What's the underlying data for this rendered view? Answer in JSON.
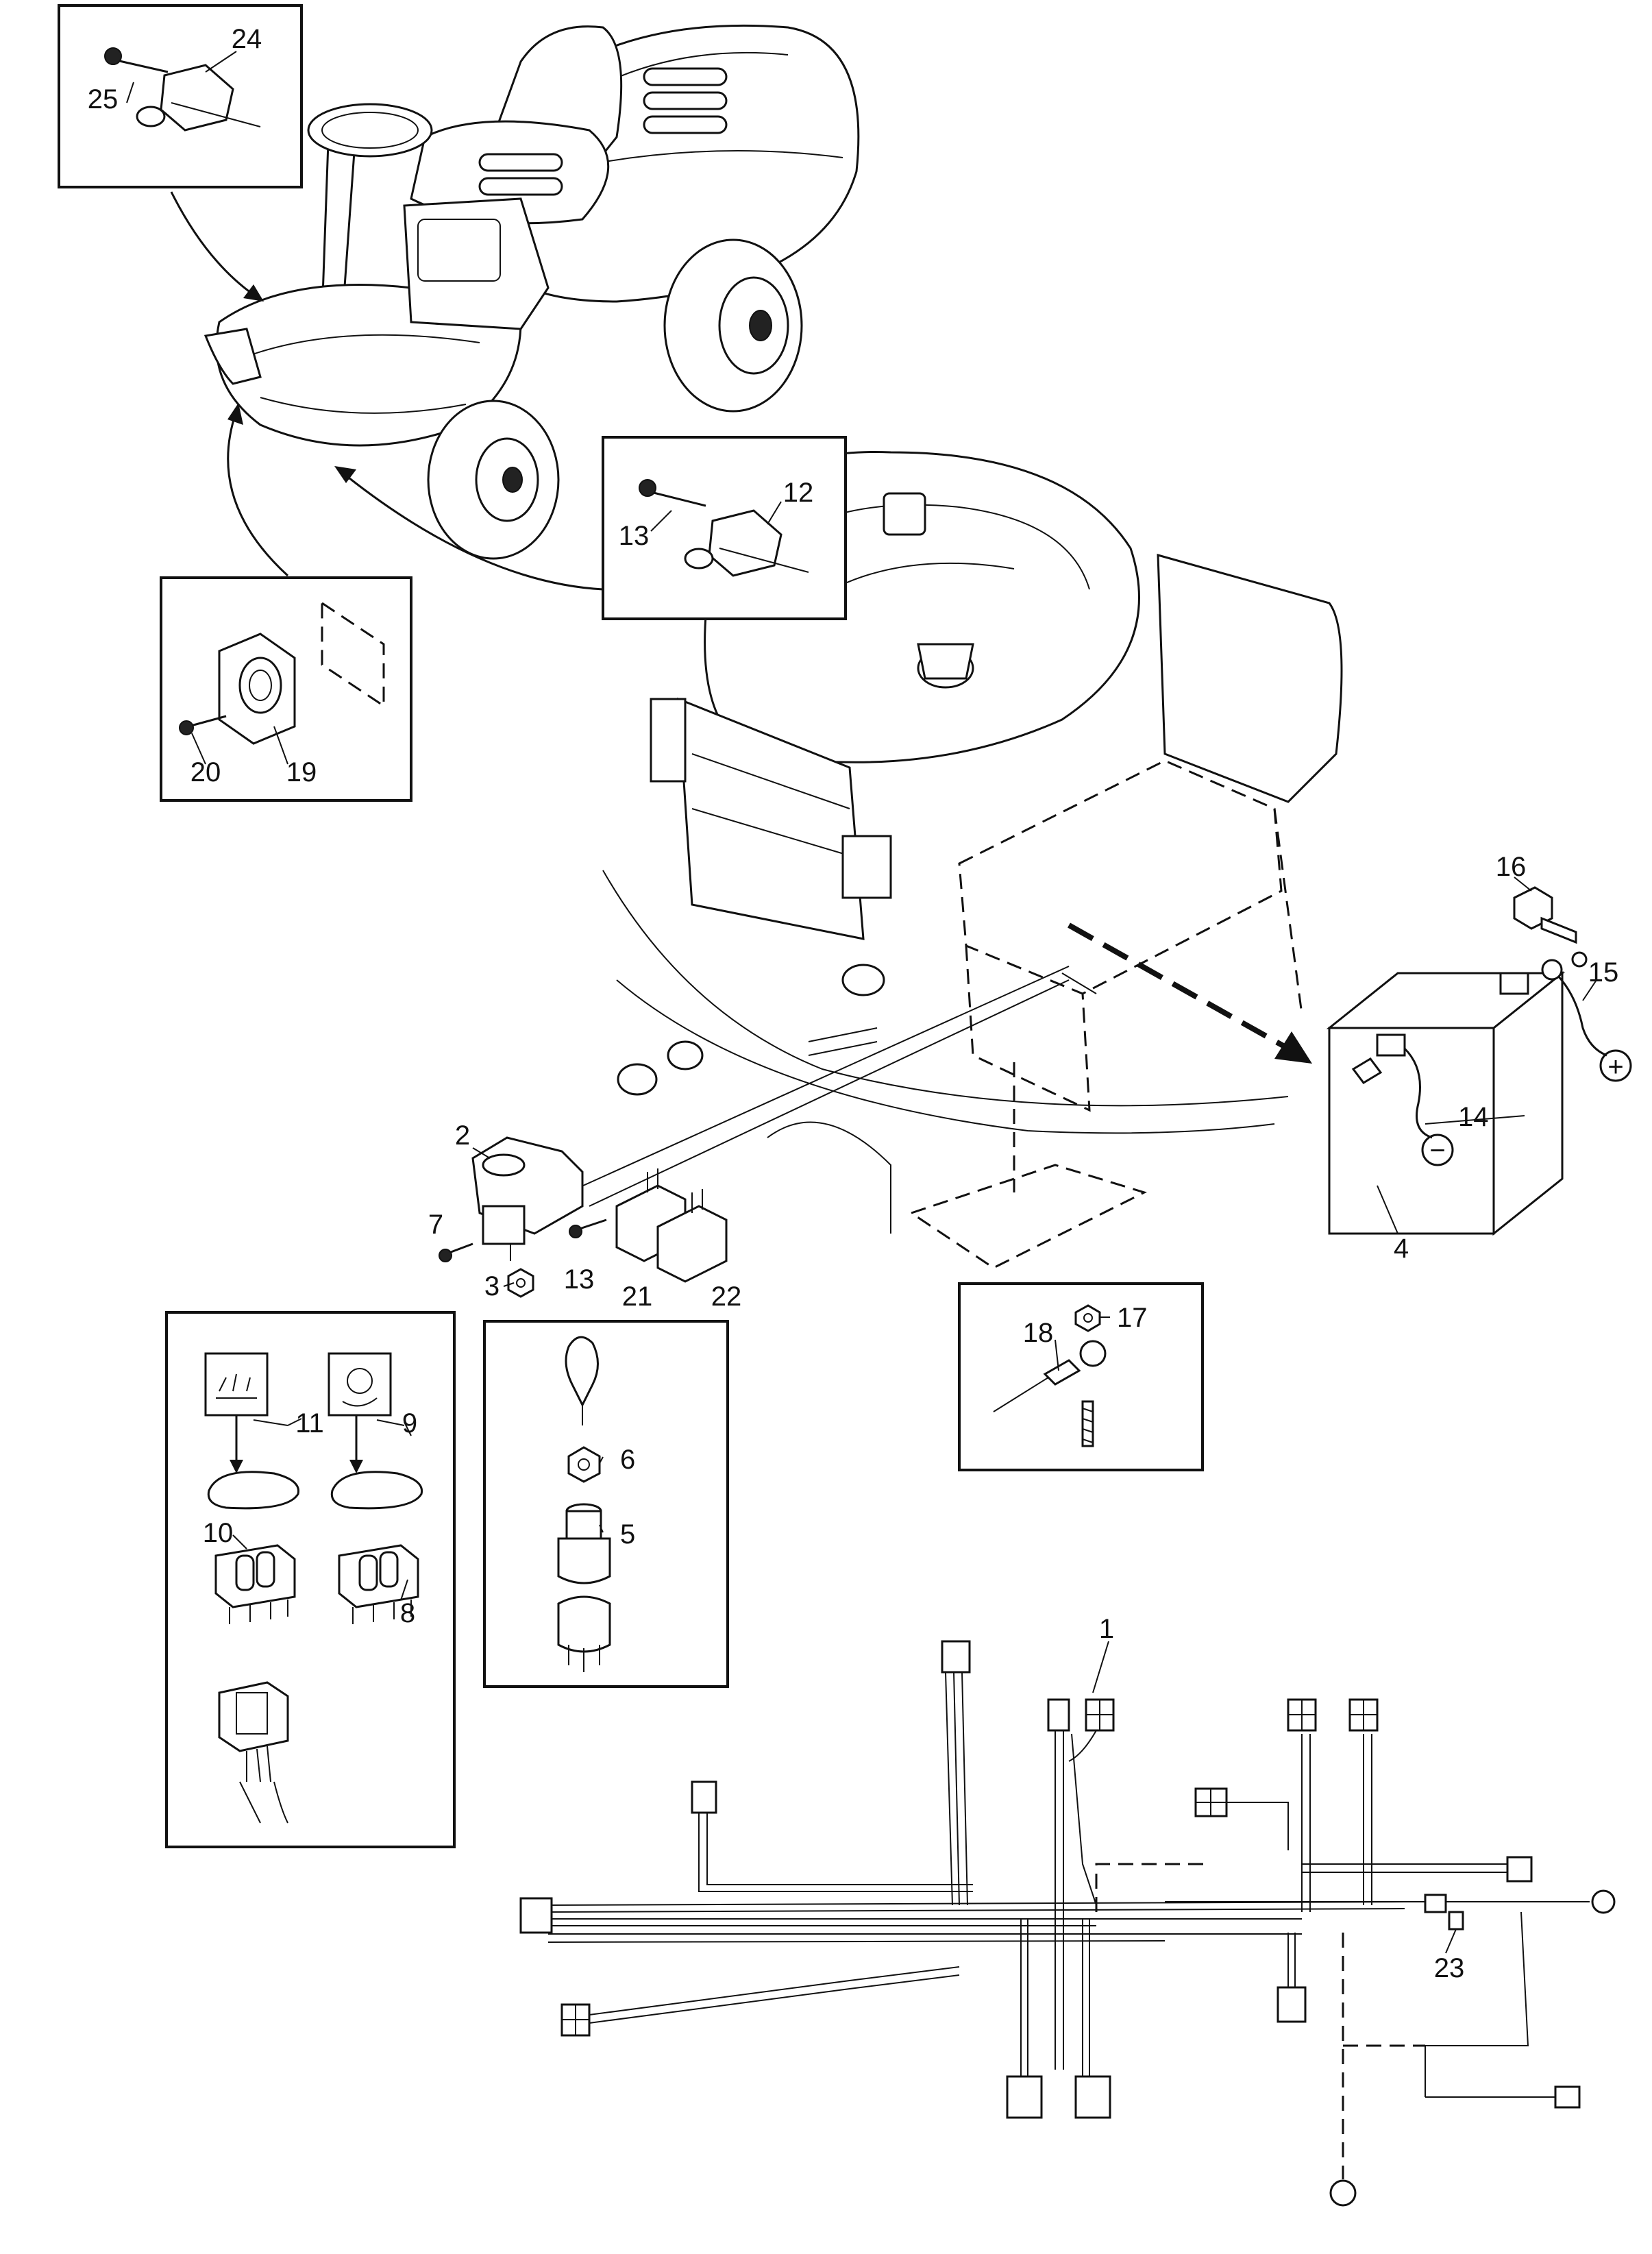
{
  "labels": {
    "l1": "1",
    "l2": "2",
    "l3": "3",
    "l4": "4",
    "l5": "5",
    "l6": "6",
    "l7": "7",
    "l8": "8",
    "l9": "9",
    "l10": "10",
    "l11": "11",
    "l12": "12",
    "l13a": "13",
    "l13b": "13",
    "l14": "14",
    "l15": "15",
    "l16": "16",
    "l17": "17",
    "l18": "18",
    "l19": "19",
    "l20": "20",
    "l21": "21",
    "l22": "22",
    "l23": "23",
    "l24": "24",
    "l25": "25"
  },
  "symbols": {
    "positive": "+",
    "negative": "−"
  },
  "icons": [
    "mower-deck-icon",
    "reverse-mode-icon"
  ]
}
